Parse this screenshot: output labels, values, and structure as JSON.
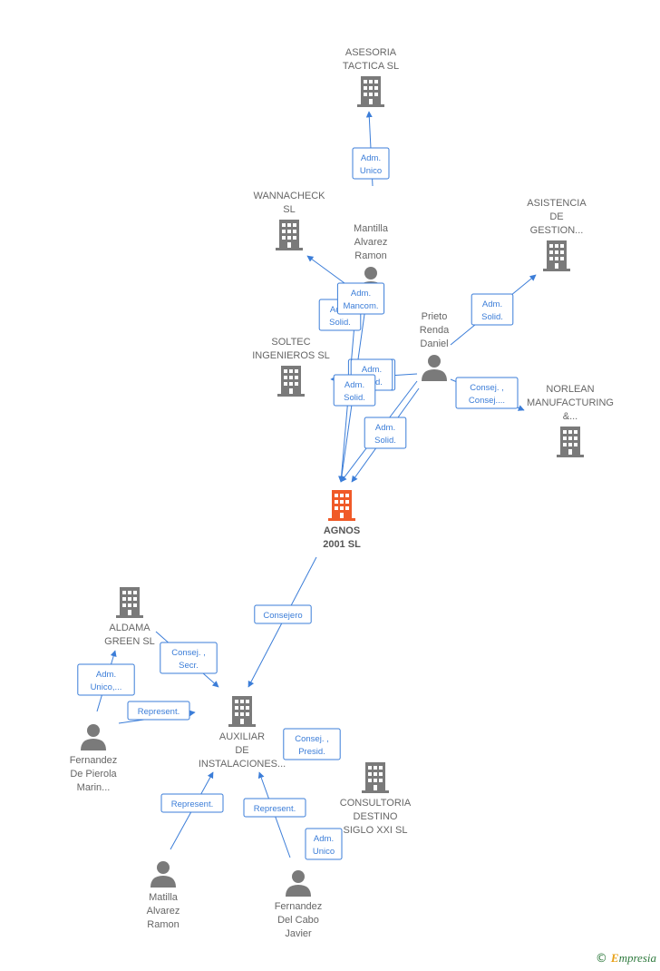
{
  "nodes": [
    {
      "id": "asesoria",
      "type": "company",
      "lines": [
        "ASESORIA",
        "TACTICA SL"
      ],
      "labelPos": "above"
    },
    {
      "id": "wannacheck",
      "type": "company",
      "lines": [
        "WANNACHECK",
        "SL"
      ],
      "labelPos": "above"
    },
    {
      "id": "asistencia",
      "type": "company",
      "lines": [
        "ASISTENCIA",
        "DE",
        "GESTION..."
      ],
      "labelPos": "above"
    },
    {
      "id": "soltec",
      "type": "company",
      "lines": [
        "SOLTEC",
        "INGENIEROS SL"
      ],
      "labelPos": "above"
    },
    {
      "id": "norlean",
      "type": "company",
      "lines": [
        "NORLEAN",
        "MANUFACTURING",
        "&..."
      ],
      "labelPos": "above"
    },
    {
      "id": "mantilla",
      "type": "person",
      "lines": [
        "Mantilla",
        "Alvarez",
        "Ramon"
      ],
      "labelPos": "above"
    },
    {
      "id": "prieto",
      "type": "person",
      "lines": [
        "Prieto",
        "Renda",
        "Daniel"
      ],
      "labelPos": "above"
    },
    {
      "id": "agnos",
      "type": "company",
      "main": true,
      "lines": [
        "AGNOS",
        "2001  SL"
      ],
      "labelPos": "below"
    },
    {
      "id": "aldama",
      "type": "company",
      "lines": [
        "ALDAMA",
        "GREEN  SL"
      ],
      "labelPos": "below"
    },
    {
      "id": "auxiliar",
      "type": "company",
      "lines": [
        "AUXILIAR",
        "DE",
        "INSTALACIONES..."
      ],
      "labelPos": "below"
    },
    {
      "id": "consultoria",
      "type": "company",
      "lines": [
        "CONSULTORIA",
        "DESTINO",
        "SIGLO XXI SL"
      ],
      "labelPos": "below"
    },
    {
      "id": "fernandez_pierola",
      "type": "person",
      "lines": [
        "Fernandez",
        "De Pierola",
        "Marin..."
      ],
      "labelPos": "below"
    },
    {
      "id": "matilla",
      "type": "person",
      "lines": [
        "Matilla",
        "Alvarez",
        "Ramon"
      ],
      "labelPos": "below"
    },
    {
      "id": "fernandez_cabo",
      "type": "person",
      "lines": [
        "Fernandez",
        "Del Cabo",
        "Javier"
      ],
      "labelPos": "below"
    }
  ],
  "edges": [
    {
      "id": "e1",
      "from": "mantilla",
      "to": "asesoria",
      "label": [
        "Adm.",
        "Unico"
      ]
    },
    {
      "id": "e2",
      "from": "mantilla",
      "to": "wannacheck",
      "label": [
        "Adm.",
        "Solid."
      ]
    },
    {
      "id": "e3",
      "from": "mantilla",
      "to": "agnos",
      "label": [
        "Adm.",
        "Mancom."
      ]
    },
    {
      "id": "e4",
      "from": "prieto",
      "to": "agnos",
      "label": [
        "Adm.",
        "Mancom."
      ]
    },
    {
      "id": "e5",
      "from": "prieto",
      "to": "asistencia",
      "label": [
        "Adm.",
        "Solid."
      ]
    },
    {
      "id": "e6",
      "from": "prieto",
      "to": "soltec",
      "label": [
        "Adm.",
        "Solid."
      ]
    },
    {
      "id": "e7",
      "from": "prieto",
      "to": "norlean",
      "label": [
        "Consej. ,",
        "Consej...."
      ]
    },
    {
      "id": "e8",
      "from": "prieto",
      "to": "agnos",
      "label": [
        "Adm.",
        "Solid."
      ]
    },
    {
      "id": "e9",
      "from": "mantilla",
      "to": "soltec",
      "label": [
        "Adm.",
        "Solid."
      ]
    },
    {
      "id": "e10",
      "from": "agnos",
      "to": "auxiliar",
      "label": [
        "Consejero"
      ]
    },
    {
      "id": "e11",
      "from": "aldama",
      "to": "auxiliar",
      "label": [
        "Consej. ,",
        "Secr."
      ]
    },
    {
      "id": "e12",
      "from": "fernandez_pierola",
      "to": "aldama",
      "label": [
        "Adm.",
        "Unico,..."
      ]
    },
    {
      "id": "e13",
      "from": "fernandez_pierola",
      "to": "auxiliar",
      "label": [
        "Represent."
      ]
    },
    {
      "id": "e14",
      "from": "matilla",
      "to": "auxiliar",
      "label": [
        "Represent."
      ]
    },
    {
      "id": "e15",
      "from": "fernandez_cabo",
      "to": "auxiliar",
      "label": [
        "Represent."
      ]
    },
    {
      "id": "e16",
      "from": "consultoria",
      "to": "auxiliar",
      "label": [
        "Consej. ,",
        "Presid."
      ]
    },
    {
      "id": "e17",
      "from": "fernandez_cabo",
      "to": "consultoria",
      "label": [
        "Adm.",
        "Unico"
      ]
    }
  ],
  "colors": {
    "edge": "#3b7dd8",
    "company": "#7a7a7a",
    "main_company": "#f05a28",
    "person": "#7a7a7a",
    "text": "#666666"
  },
  "brand": {
    "copyright": "©",
    "name": "mpresia",
    "initial": "E"
  }
}
